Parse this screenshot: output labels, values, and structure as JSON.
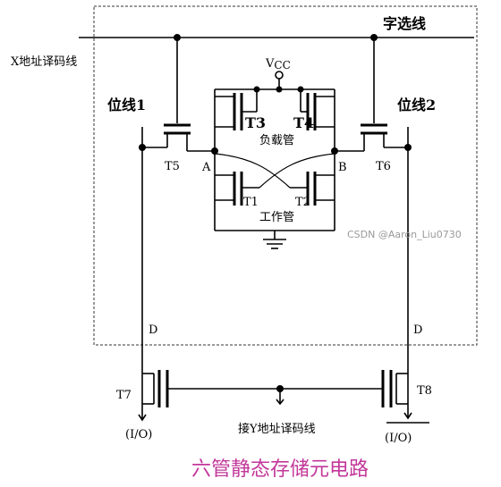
{
  "labels": {
    "word_line": "字选线",
    "x_decoder": "X地址译码线",
    "vcc_main": "V",
    "vcc_sub": "CC",
    "bit_line_1": "位线1",
    "bit_line_2": "位线2",
    "t3": "T3",
    "t4": "T4",
    "load_tubes": "负载管",
    "t5": "T5",
    "t6": "T6",
    "node_a": "A",
    "node_b": "B",
    "t1": "T1",
    "t2": "T2",
    "work_tubes": "工作管",
    "d_left": "D",
    "d_right": "D",
    "t7": "T7",
    "t8": "T8",
    "io_left": "(I/O)",
    "io_right": "(I/O)",
    "y_decoder": "接Y地址译码线"
  },
  "caption": "六管静态存储元电路",
  "watermark": "CSDN @Aaron_Liu0730"
}
